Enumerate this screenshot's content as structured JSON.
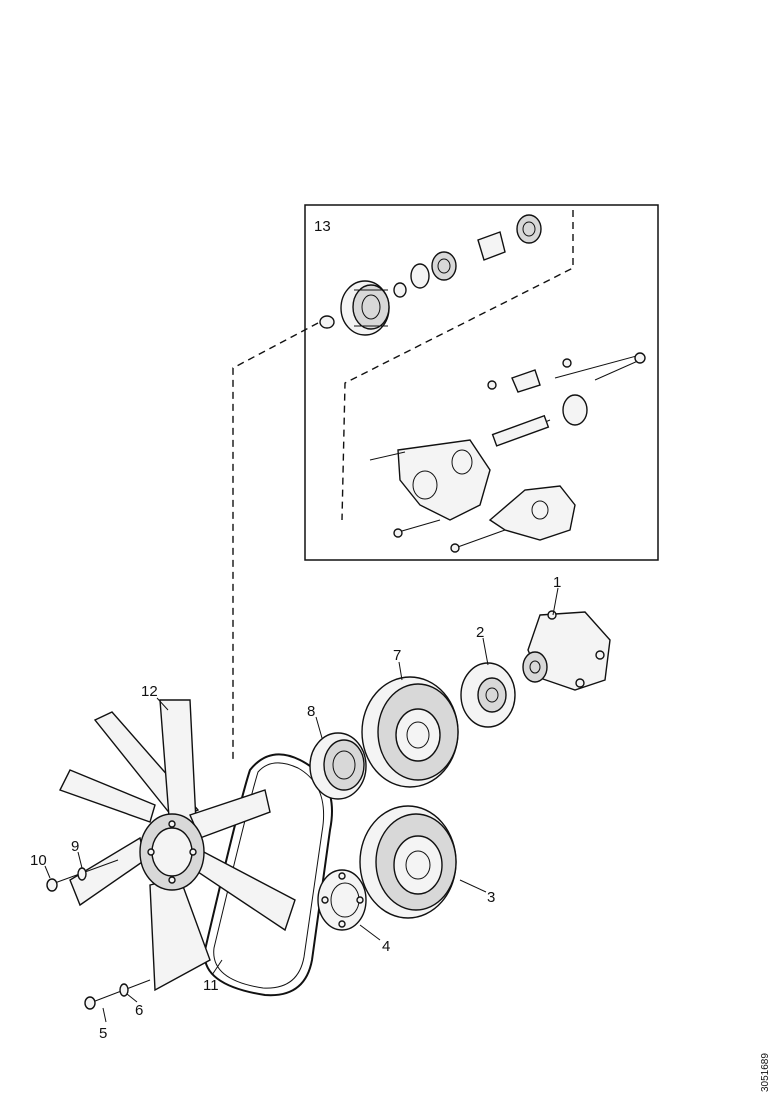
{
  "diagram": {
    "inset_label": "13",
    "callouts": {
      "c1": "1",
      "c2": "2",
      "c3": "3",
      "c4": "4",
      "c5": "5",
      "c6": "6",
      "c7": "7",
      "c8": "8",
      "c9": "9",
      "c10": "10",
      "c11": "11",
      "c12": "12"
    },
    "drawing_code": "3051689"
  }
}
